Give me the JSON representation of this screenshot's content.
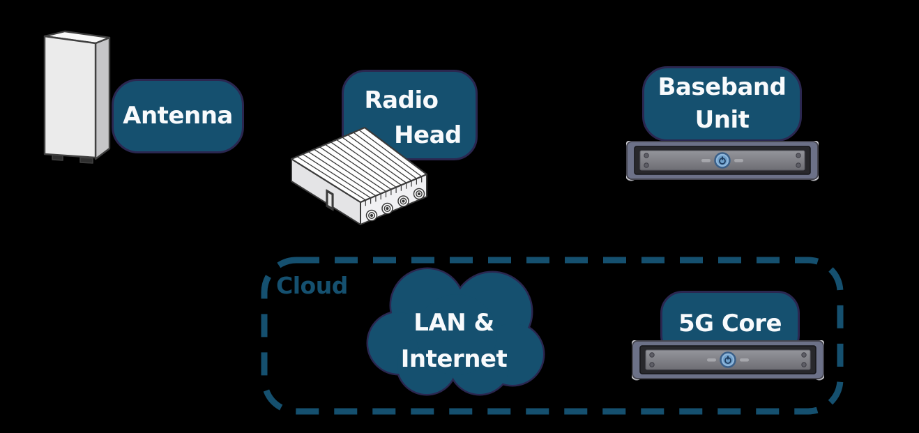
{
  "canvas": {
    "background": "#000000"
  },
  "palette": {
    "node_fill": "#15506f",
    "node_border": "#2b2750",
    "node_text": "#f8fafc",
    "group_dash": "#15506f",
    "group_title": "#15506f",
    "server_frame": "#6c7188",
    "server_panel": "#7f8086",
    "power_button": "#8fb7dc",
    "device_body": "#ebebeb",
    "device_outline": "#404040"
  },
  "nodes": {
    "antenna": {
      "label": "Antenna",
      "icon": "antenna-panel"
    },
    "radio_head": {
      "label": "Radio Head",
      "line1": "Radio",
      "line2": "Head",
      "icon": "remote-radio-head"
    },
    "baseband_unit": {
      "label": "Baseband Unit",
      "line1": "Baseband",
      "line2": "Unit",
      "icon": "rack-server"
    },
    "cloud_group": {
      "label": "Cloud"
    },
    "lan_internet": {
      "label": "LAN & Internet",
      "line1": "LAN &",
      "line2": "Internet",
      "icon": "cloud"
    },
    "core": {
      "label": "5G Core",
      "icon": "rack-server"
    }
  }
}
